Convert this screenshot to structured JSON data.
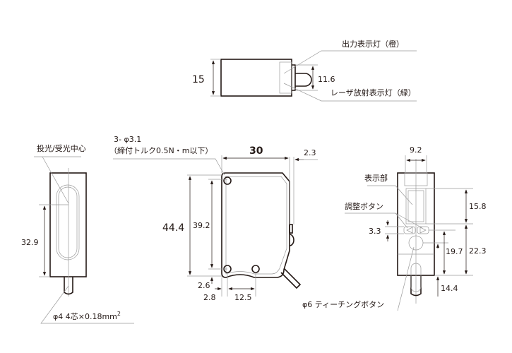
{
  "top_view": {
    "height_dim": "15",
    "lens_dim": "11.6",
    "output_indicator": "出力表示灯（橙）",
    "laser_indicator": "レーザ放射表示灯（緑）"
  },
  "side_view": {
    "optical_center": "投光/受光中心",
    "height_dim": "32.9",
    "cable": "φ4 4芯×0.18mm",
    "cable_sup": "2"
  },
  "front_view": {
    "holes": "3- φ3.1",
    "torque": "（締付トルク0.5N・m以下）",
    "width_dim": "30",
    "step_dim": "2.3",
    "height_dim": "44.4",
    "hole_pitch_v": "39.2",
    "hole_offset_v": "2.6",
    "hole_offset_h": "2.8",
    "hole_pitch_h": "12.5"
  },
  "rear_view": {
    "width_dim": "9.2",
    "display": "表示部",
    "adjust_buttons": "調整ボタン",
    "button_dim": "3.3",
    "display_dim": "15.8",
    "teach_dim": "19.7",
    "total_dim": "22.3",
    "cable_dim": "14.4",
    "teach_button": "φ6 ティーチングボタン"
  }
}
